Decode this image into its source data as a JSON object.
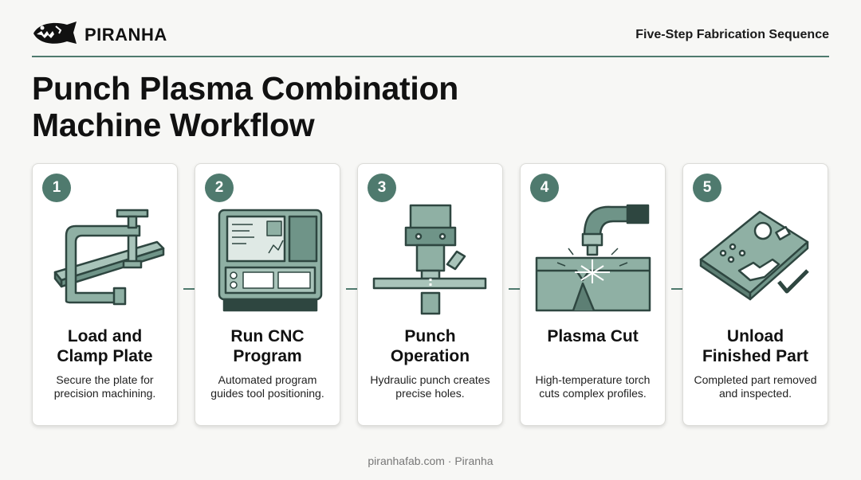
{
  "brand": {
    "name": "PIRANHA",
    "logo_icon": "piranha-fish-icon"
  },
  "header": {
    "tagline": "Five-Step Fabrication Sequence"
  },
  "title": {
    "line1": "Punch Plasma Combination",
    "line2": "Machine Workflow"
  },
  "steps": [
    {
      "number": "1",
      "title_line1": "Load and",
      "title_line2": "Clamp Plate",
      "description": "Secure the plate for precision machining.",
      "icon": "c-clamp-plate-icon"
    },
    {
      "number": "2",
      "title_line1": "Run CNC",
      "title_line2": "Program",
      "description": "Automated program guides tool positioning.",
      "icon": "cnc-control-panel-icon"
    },
    {
      "number": "3",
      "title_line1": "Punch",
      "title_line2": "Operation",
      "description": "Hydraulic punch creates precise holes.",
      "icon": "hydraulic-punch-icon"
    },
    {
      "number": "4",
      "title_line1": "Plasma Cut",
      "title_line2": "",
      "description": "High-temperature torch cuts complex profiles.",
      "icon": "plasma-torch-icon"
    },
    {
      "number": "5",
      "title_line1": "Unload",
      "title_line2": "Finished Part",
      "description": "Completed part removed and inspected.",
      "icon": "finished-part-checkmark-icon"
    }
  ],
  "footer": {
    "text": "piranhafab.com · Piranha"
  },
  "colors": {
    "accent": "#4f7a6e",
    "icon_fill": "#8fb0a4",
    "icon_stroke": "#2e4640",
    "background": "#f7f7f5"
  }
}
